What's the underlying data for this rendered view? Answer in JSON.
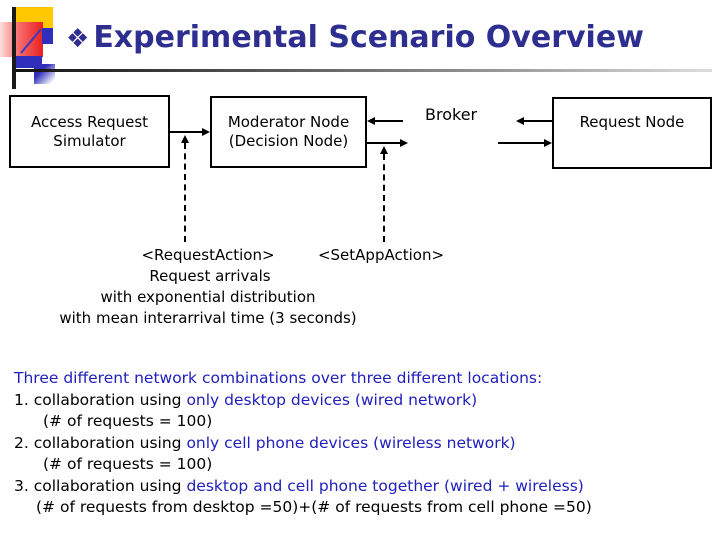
{
  "slide": {
    "title": "Experimental Scenario Overview",
    "title_bullet": "❖"
  },
  "diagram": {
    "boxes": [
      {
        "line1": "Access Request",
        "line2": "Simulator"
      },
      {
        "line1": "Moderator Node",
        "line2": "(Decision Node)"
      },
      {
        "line1": "Request Node"
      }
    ],
    "broker_label": "Broker",
    "annotations": {
      "request_action": "<RequestAction>",
      "set_app_action": "<SetAppAction>",
      "line1": "Request arrivals",
      "line2": "with exponential distribution",
      "line3": "with mean interarrival time (3 seconds)"
    }
  },
  "body": {
    "intro": "Three different network combinations over three different locations:",
    "items": [
      {
        "prefix": "1. collaboration using ",
        "highlight": "only desktop devices (wired network)",
        "detail": "(# of requests = 100)"
      },
      {
        "prefix": "2. collaboration using ",
        "highlight": "only cell phone devices (wireless network)",
        "detail": "(# of requests = 100)"
      },
      {
        "prefix": "3. collaboration using ",
        "highlight": "desktop and cell phone together (wired + wireless)",
        "detail": "(# of requests from desktop =50)+(# of requests from cell phone =50)"
      }
    ]
  },
  "colors": {
    "title": "#2d2e8f",
    "body_blue": "#2020bb"
  }
}
